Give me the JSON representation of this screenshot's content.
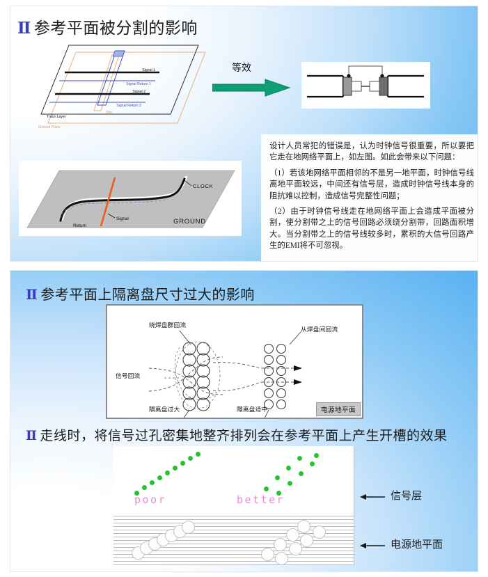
{
  "theme": {
    "bullet_glyph": "Ⅱ",
    "bullet_color": "#3b3bbf",
    "accent_arrow_color": "#0e9e73",
    "via_word_color": "#e88ad8",
    "green_dot_color": "#22c52b",
    "plane_tag_bg": "#c9c9c9"
  },
  "slide1": {
    "title": "参考平面被分割的影响",
    "equiv_label": "等效",
    "trace_figure": {
      "labels": {
        "signal1": "Signal 1",
        "signal_return1": "Signal Return 1",
        "signal2": "Signal 2",
        "signal_return2": "Signal Return 2",
        "trace_layer": "Trace Layer",
        "ground_plane": "Ground Plane",
        "slot": "Slot"
      }
    },
    "ground_figure": {
      "labels": {
        "clock": "CLOCK",
        "signal": "Signal",
        "return": "Return",
        "ground": "GROUND"
      }
    },
    "body": {
      "p1": "设计人员常犯的错误是，认为时钟信号很重要，所以要把它走在地网络平面上，如左图。如此会带来以下问题：",
      "p2": "（1）若该地网络平面相邻的不是另一地平面，时钟信号线离地平面较远，中间还有信号层，造成时钟信号线本身的阻抗难以控制，造成信号完整性问题；",
      "p3": "（2）由于时钟信号线走在地网络平面上会造成平面被分割，使分割带之上的信号回路必须绕分割带，回路面积增大。当分割带之上的信号线较多时，累积的大信号回路产生的EMI将不可忽视。"
    }
  },
  "slide2": {
    "title_top": "参考平面上隔离盘尺寸过大的影响",
    "title_bottom": "走线时，将信号过孔密集地整齐排列会在参考平面上产生开槽的效果",
    "antipad_figure": {
      "label_top_left": "绕焊盘群回流",
      "label_mid_left": "信号回流",
      "label_bottom_left": "隔离盘过大",
      "label_top_right": "从焊盘间回流",
      "label_bottom_right": "隔离盘适中",
      "plane_tag": "电源地平面"
    },
    "via_figure": {
      "word_poor": "poor",
      "word_better": "better",
      "callout_signal_layer": "信号层",
      "callout_power_ground_plane": "电源地平面"
    }
  }
}
